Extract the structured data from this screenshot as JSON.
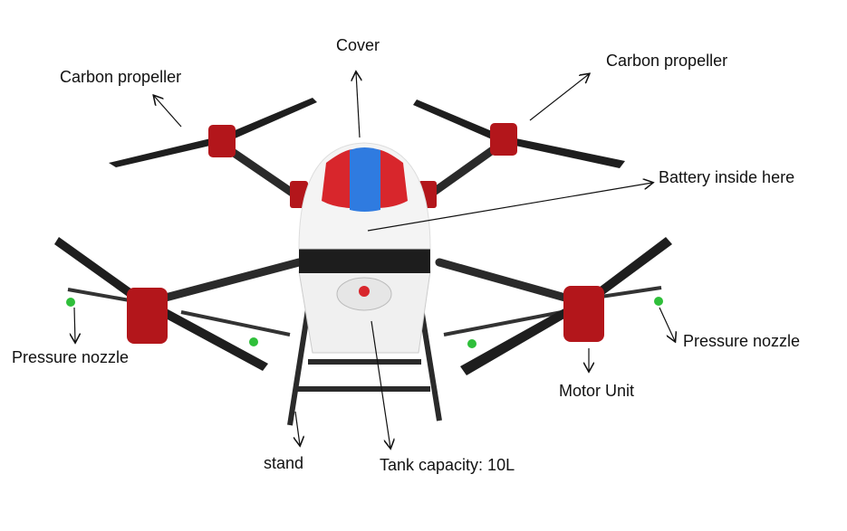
{
  "labels": {
    "cover": "Cover",
    "propeller_left": "Carbon propeller",
    "propeller_right": "Carbon propeller",
    "battery": "Battery inside here",
    "nozzle_left": "Pressure nozzle",
    "nozzle_right": "Pressure nozzle",
    "motor": "Motor Unit",
    "stand": "stand",
    "tank": "Tank capacity: 10L"
  },
  "colors": {
    "frame": "#2a2a2a",
    "motor": "#b3161b",
    "cover_blue": "#2f7be0",
    "cover_red": "#d8262c",
    "nozzle": "#2fbf3a",
    "body": "#f2f2f2"
  }
}
